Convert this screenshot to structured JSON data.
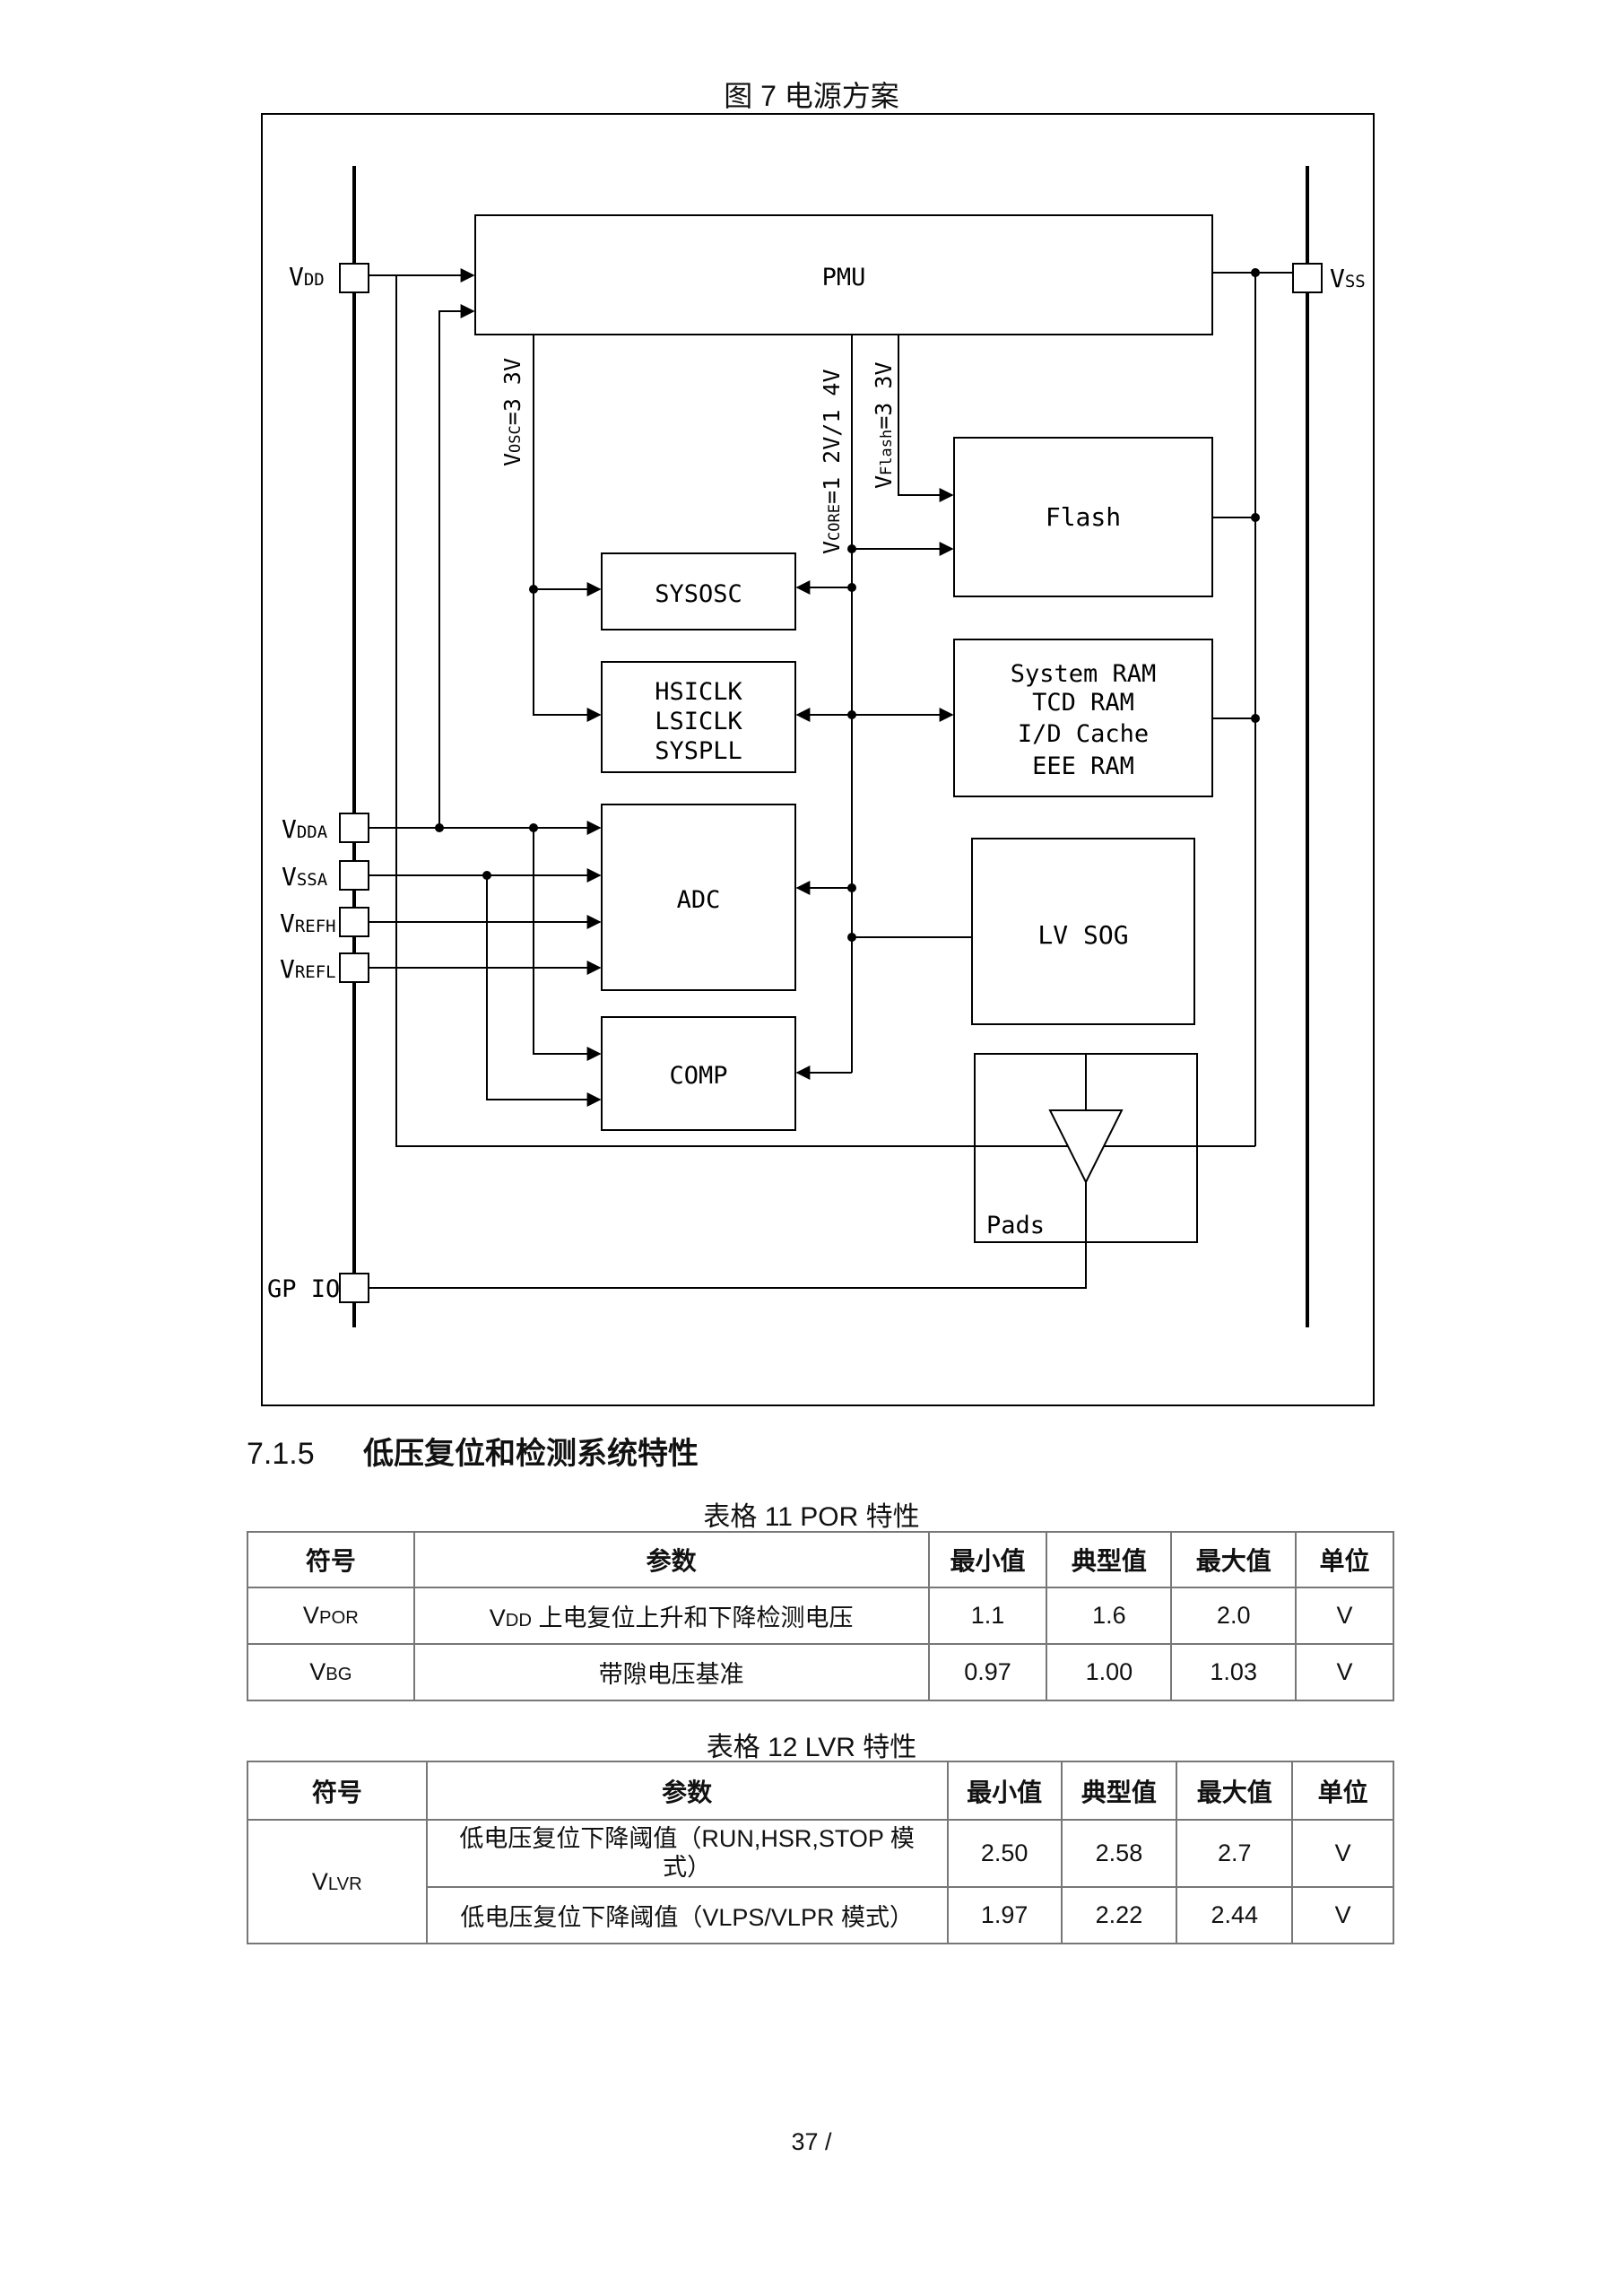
{
  "figure": {
    "caption": "图 7 电源方案",
    "pins": {
      "vdd": {
        "main": "V",
        "sub": "DD"
      },
      "vss": {
        "main": "V",
        "sub": "SS"
      },
      "vdda": {
        "main": "V",
        "sub": "DDA"
      },
      "vssa": {
        "main": "V",
        "sub": "SSA"
      },
      "vrefh": {
        "main": "V",
        "sub": "REFH"
      },
      "vrefl": {
        "main": "V",
        "sub": "REFL"
      },
      "gpio": "GP IO"
    },
    "blocks": {
      "pmu": "PMU",
      "flash": "Flash",
      "sysosc": "SYSOSC",
      "clocks": [
        "HSICLK",
        "LSICLK",
        "SYSPLL"
      ],
      "ram": [
        "System RAM",
        "TCD RAM",
        "I/D Cache",
        "EEE RAM"
      ],
      "adc": "ADC",
      "lvsog": "LV SOG",
      "comp": "COMP",
      "pads": "Pads"
    },
    "rails": {
      "osc": {
        "v": "V",
        "sub": "OSC",
        "rest": "=3  3V"
      },
      "core": {
        "v": "V",
        "sub": "CORE",
        "rest": "=1  2V/1  4V"
      },
      "flash": {
        "v": "V",
        "sub": "Flash",
        "rest": "=3  3V"
      }
    }
  },
  "section": {
    "number": "7.1.5",
    "title": "低压复位和检测系统特性"
  },
  "table11": {
    "caption": "表格  11 POR 特性",
    "headers": [
      "符号",
      "参数",
      "最小值",
      "典型值",
      "最大值",
      "单位"
    ],
    "rows": [
      {
        "sym": "V",
        "sym_sub": "POR",
        "param_pre": "V",
        "param_sub": "DD",
        "param": " 上电复位上升和下降检测电压",
        "min": "1.1",
        "typ": "1.6",
        "max": "2.0",
        "unit": "V"
      },
      {
        "sym": "V",
        "sym_sub": "BG",
        "param_pre": "",
        "param_sub": "",
        "param": "带隙电压基准",
        "min": "0.97",
        "typ": "1.00",
        "max": "1.03",
        "unit": "V"
      }
    ]
  },
  "table12": {
    "caption": "表格  12 LVR 特性",
    "headers": [
      "符号",
      "参数",
      "最小值",
      "典型值",
      "最大值",
      "单位"
    ],
    "sym": "V",
    "sym_sub": "LVR",
    "rows": [
      {
        "param_line1": "低电压复位下降阈值（RUN,HSR,STOP 模",
        "param_line2": "式）",
        "min": "2.50",
        "typ": "2.58",
        "max": "2.7",
        "unit": "V"
      },
      {
        "param_line1": "低电压复位下降阈值（VLPS/VLPR 模式）",
        "param_line2": "",
        "min": "1.97",
        "typ": "2.22",
        "max": "2.44",
        "unit": "V"
      }
    ]
  },
  "page": {
    "number": "37 /"
  }
}
